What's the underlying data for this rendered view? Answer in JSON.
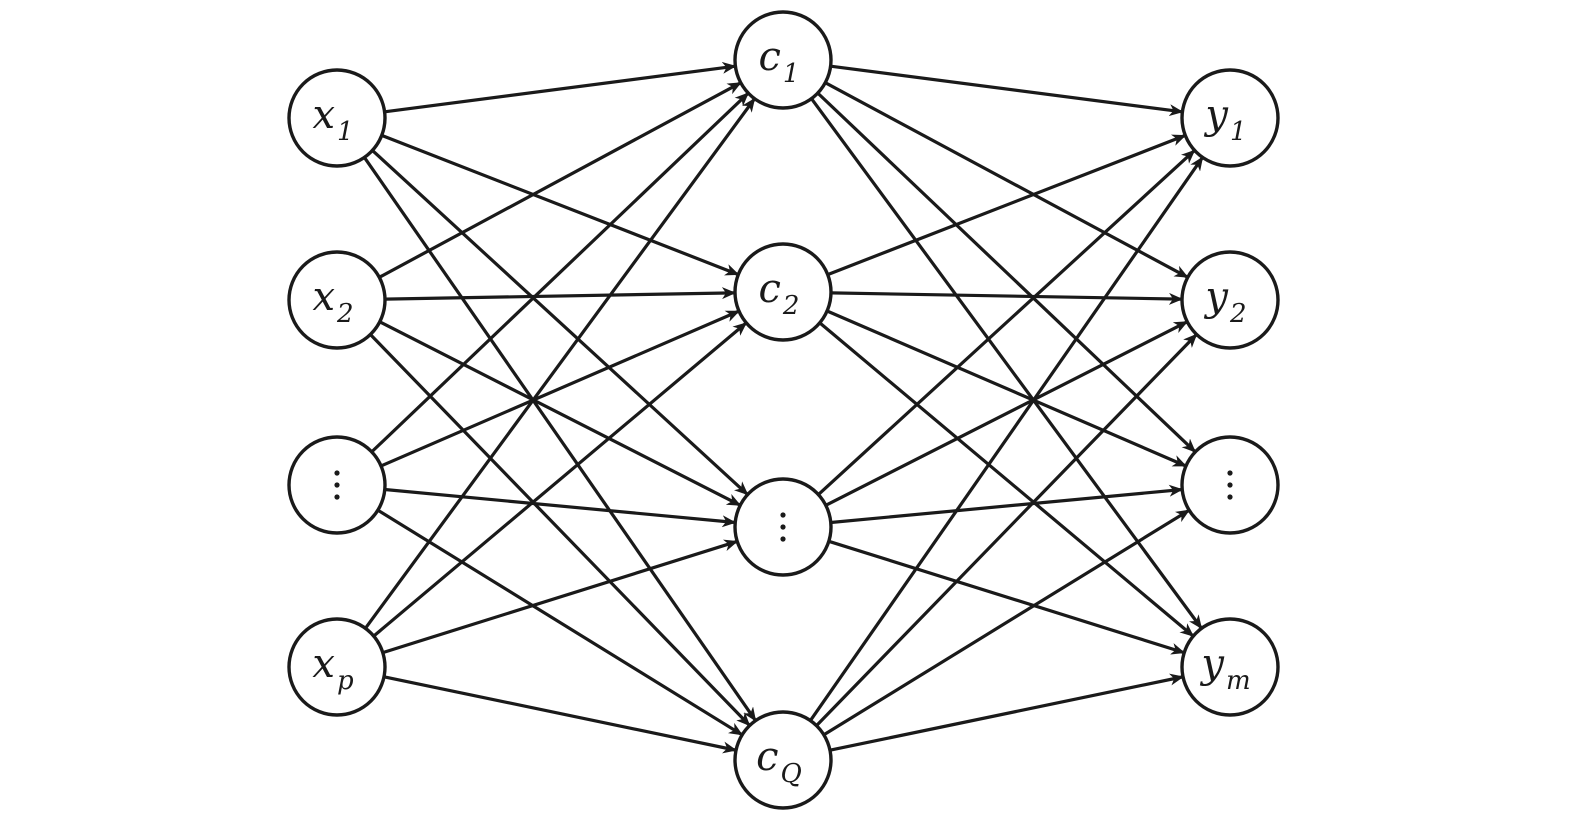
{
  "diagram": {
    "kind": "fully-connected feed-forward network",
    "layers": [
      {
        "name": "input",
        "nodes": [
          {
            "id": "x1",
            "base": "x",
            "sub": "1",
            "sub_italic": false
          },
          {
            "id": "x2",
            "base": "x",
            "sub": "2",
            "sub_italic": false
          },
          {
            "id": "x-ellipsis",
            "ellipsis": true
          },
          {
            "id": "xp",
            "base": "x",
            "sub": "p",
            "sub_italic": true
          }
        ]
      },
      {
        "name": "hidden",
        "nodes": [
          {
            "id": "c1",
            "base": "c",
            "sub": "1",
            "sub_italic": false
          },
          {
            "id": "c2",
            "base": "c",
            "sub": "2",
            "sub_italic": false
          },
          {
            "id": "c-ellipsis",
            "ellipsis": true
          },
          {
            "id": "cQ",
            "base": "c",
            "sub": "Q",
            "sub_italic": true
          }
        ]
      },
      {
        "name": "output",
        "nodes": [
          {
            "id": "y1",
            "base": "y",
            "sub": "1",
            "sub_italic": false
          },
          {
            "id": "y2",
            "base": "y",
            "sub": "2",
            "sub_italic": false
          },
          {
            "id": "y-ellipsis",
            "ellipsis": true
          },
          {
            "id": "ym",
            "base": "y",
            "sub": "m",
            "sub_italic": true
          }
        ]
      }
    ],
    "connections": "every node in a layer is connected by an arrow to every node in the next layer",
    "colors": {
      "stroke": "#1a1a1a",
      "fill": "#ffffff"
    }
  }
}
